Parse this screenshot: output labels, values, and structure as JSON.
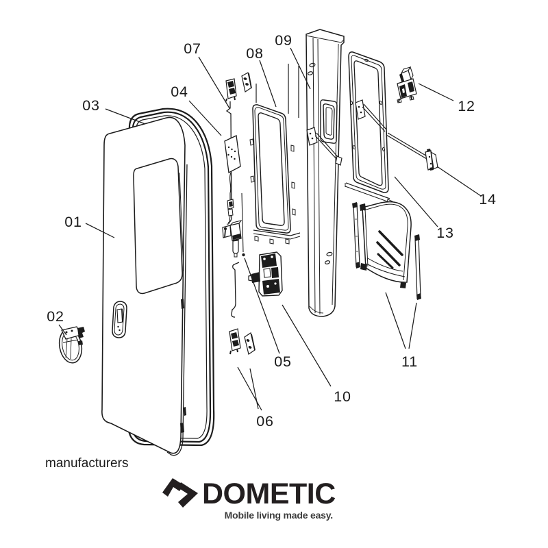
{
  "diagram": {
    "caption": "manufacturers",
    "parts": [
      {
        "num": "01"
      },
      {
        "num": "02"
      },
      {
        "num": "03"
      },
      {
        "num": "04"
      },
      {
        "num": "05"
      },
      {
        "num": "06"
      },
      {
        "num": "07"
      },
      {
        "num": "08"
      },
      {
        "num": "09"
      },
      {
        "num": "10"
      },
      {
        "num": "11"
      },
      {
        "num": "12"
      },
      {
        "num": "13"
      },
      {
        "num": "14"
      }
    ]
  },
  "logo": {
    "brand": "DOMETIC",
    "tagline": "Mobile living made easy.",
    "icon": "double-chevron-right-icon"
  },
  "colors": {
    "line": "#1c1c1c",
    "logo": "#231f20",
    "background": "#ffffff"
  }
}
